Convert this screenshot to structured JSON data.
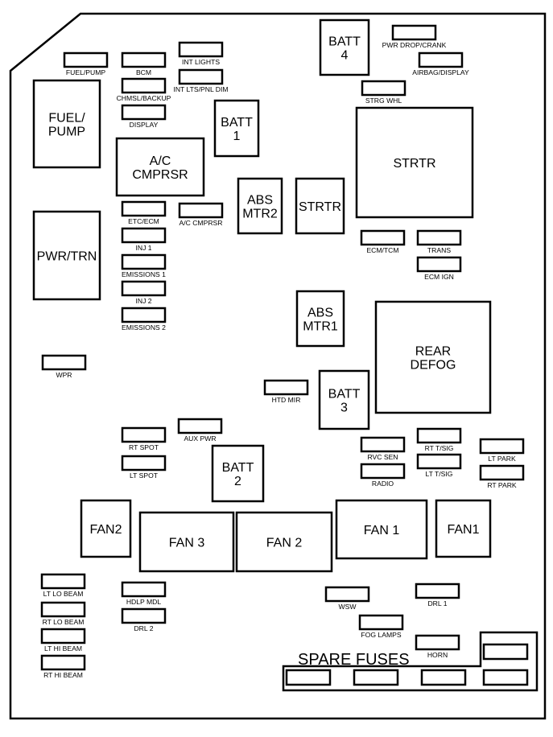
{
  "relays": [
    {
      "lines": [
        "FUEL/",
        "PUMP"
      ]
    },
    {
      "lines": [
        "PWR/TRN"
      ]
    },
    {
      "lines": [
        "A/C",
        "CMPRSR"
      ]
    },
    {
      "lines": [
        "BATT",
        "1"
      ]
    },
    {
      "lines": [
        "ABS",
        "MTR2"
      ]
    },
    {
      "lines": [
        "STRTR"
      ]
    },
    {
      "lines": [
        "BATT",
        "4"
      ]
    },
    {
      "lines": [
        "STRTR"
      ]
    },
    {
      "lines": [
        "ABS",
        "MTR1"
      ]
    },
    {
      "lines": [
        "REAR",
        "DEFOG"
      ]
    },
    {
      "lines": [
        "BATT",
        "3"
      ]
    },
    {
      "lines": [
        "BATT",
        "2"
      ]
    },
    {
      "lines": [
        "FAN2"
      ]
    },
    {
      "lines": [
        "FAN 3"
      ]
    },
    {
      "lines": [
        "FAN 2"
      ]
    },
    {
      "lines": [
        "FAN 1"
      ]
    },
    {
      "lines": [
        "FAN1"
      ]
    }
  ],
  "fuses": [
    {
      "label": "FUEL/PUMP"
    },
    {
      "label": "BCM"
    },
    {
      "label": "INT LIGHTS"
    },
    {
      "label": "INT LTS/PNL DIM"
    },
    {
      "label": "CHMSL/BACKUP"
    },
    {
      "label": "DISPLAY"
    },
    {
      "label": "ETC/ECM"
    },
    {
      "label": "A/C CMPRSR"
    },
    {
      "label": "INJ 1"
    },
    {
      "label": "EMISSIONS 1"
    },
    {
      "label": "INJ 2"
    },
    {
      "label": "EMISSIONS 2"
    },
    {
      "label": "WPR"
    },
    {
      "label": "PWR DROP/CRANK"
    },
    {
      "label": "AIRBAG/DISPLAY"
    },
    {
      "label": "STRG WHL"
    },
    {
      "label": "ECM/TCM"
    },
    {
      "label": "TRANS"
    },
    {
      "label": "ECM IGN"
    },
    {
      "label": "HTD MIR"
    },
    {
      "label": "RT SPOT"
    },
    {
      "label": "AUX PWR"
    },
    {
      "label": "LT SPOT"
    },
    {
      "label": "RVC SEN"
    },
    {
      "label": "RT T/SIG"
    },
    {
      "label": "LT T/SIG"
    },
    {
      "label": "RADIO"
    },
    {
      "label": "LT PARK"
    },
    {
      "label": "RT PARK"
    },
    {
      "label": "LT LO BEAM"
    },
    {
      "label": "RT LO BEAM"
    },
    {
      "label": "LT HI BEAM"
    },
    {
      "label": "RT HI BEAM"
    },
    {
      "label": "HDLP MDL"
    },
    {
      "label": "DRL 2"
    },
    {
      "label": "WSW"
    },
    {
      "label": "DRL 1"
    },
    {
      "label": "FOG LAMPS"
    },
    {
      "label": "HORN"
    }
  ],
  "spare": {
    "title": "SPARE FUSES",
    "count": 5
  }
}
